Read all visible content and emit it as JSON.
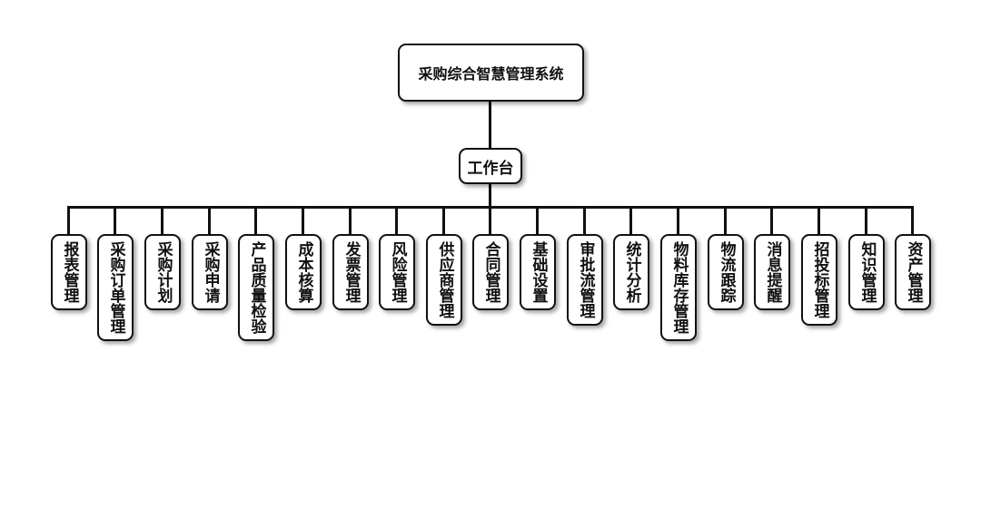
{
  "diagram": {
    "title": "采购综合智慧管理系统",
    "hub": "工作台",
    "modules": [
      "报表管理",
      "采购订单管理",
      "采购计划",
      "采购申请",
      "产品质量检验",
      "成本核算",
      "发票管理",
      "风险管理",
      "供应商管理",
      "合同管理",
      "基础设置",
      "审批流管理",
      "统计分析",
      "物料库存管理",
      "物流跟踪",
      "消息提醒",
      "招投标管理",
      "知识管理",
      "资产管理"
    ]
  }
}
